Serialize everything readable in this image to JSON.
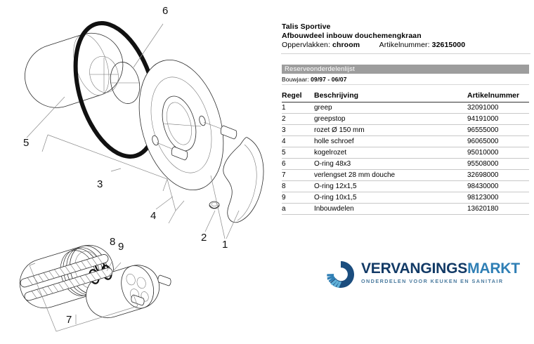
{
  "product": {
    "title": "Talis Sportive",
    "subtitle": "Afbouwdeel inbouw douchemengkraan",
    "surface_label": "Oppervlakken:",
    "surface_value": "chroom",
    "article_label": "Artikelnummer:",
    "article_value": "32615000"
  },
  "list_header": {
    "band_title": "Reserveonderdelenlijst",
    "year_label": "Bouwjaar:",
    "year_value": "09/97 - 06/07",
    "band_color": "#9d9d9d"
  },
  "table": {
    "columns": [
      "Regel",
      "Beschrijving",
      "Artikelnummer"
    ],
    "rows": [
      {
        "regel": "1",
        "beschrijving": "greep",
        "artikelnummer": "32091000"
      },
      {
        "regel": "2",
        "beschrijving": "greepstop",
        "artikelnummer": "94191000"
      },
      {
        "regel": "3",
        "beschrijving": "rozet Ø 150 mm",
        "artikelnummer": "96555000"
      },
      {
        "regel": "4",
        "beschrijving": "holle schroef",
        "artikelnummer": "96065000"
      },
      {
        "regel": "5",
        "beschrijving": "kogelrozet",
        "artikelnummer": "95010000"
      },
      {
        "regel": "6",
        "beschrijving": "O-ring 48x3",
        "artikelnummer": "95508000"
      },
      {
        "regel": "7",
        "beschrijving": "verlengset 28 mm douche",
        "artikelnummer": "32698000"
      },
      {
        "regel": "8",
        "beschrijving": "O-ring 12x1,5",
        "artikelnummer": "98430000"
      },
      {
        "regel": "9",
        "beschrijving": "O-ring 10x1,5",
        "artikelnummer": "98123000"
      },
      {
        "regel": "a",
        "beschrijving": "Inbouwdelen",
        "artikelnummer": "13620180"
      }
    ]
  },
  "logo": {
    "name_dark": "VERVANGINGS",
    "name_light": "MARKT",
    "tagline": "ONDERDELEN VOOR KEUKEN EN SANITAIR",
    "color_dark": "#123a66",
    "color_light": "#2f7fb5",
    "color_tagline": "#4a7a9e",
    "mark_name": "segmented-circle-logo-icon"
  },
  "diagram": {
    "callouts": [
      {
        "id": "6",
        "label": "6"
      },
      {
        "id": "5",
        "label": "5"
      },
      {
        "id": "3",
        "label": "3"
      },
      {
        "id": "4",
        "label": "4"
      },
      {
        "id": "2",
        "label": "2"
      },
      {
        "id": "1",
        "label": "1"
      },
      {
        "id": "8",
        "label": "8"
      },
      {
        "id": "9",
        "label": "9"
      },
      {
        "id": "7",
        "label": "7"
      }
    ]
  }
}
